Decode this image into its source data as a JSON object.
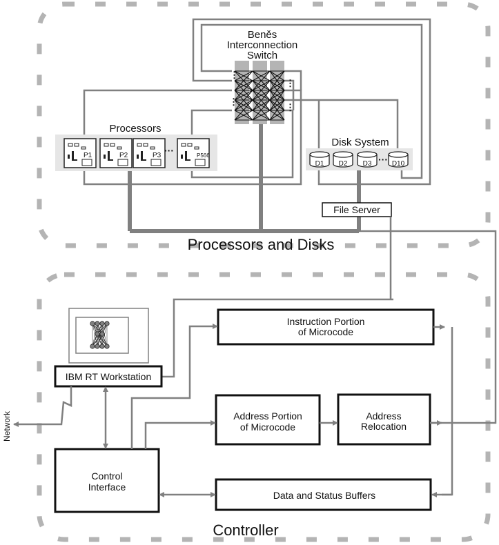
{
  "title": "Processor/Disk/Controller system block diagram",
  "regions": {
    "top": {
      "label": "Processors and Disks"
    },
    "bottom": {
      "label": "Controller"
    }
  },
  "switch": {
    "label_lines": [
      "Beněs",
      "Interconnection",
      "Switch"
    ],
    "stages": 3
  },
  "processors": {
    "label": "Processors",
    "items": [
      "P1",
      "P2",
      "P3",
      "P566"
    ],
    "ellipsis": "···"
  },
  "disks": {
    "label": "Disk System",
    "items": [
      "D1",
      "D2",
      "D3",
      "D10"
    ],
    "ellipsis": "···"
  },
  "file_server": {
    "label": "File Server"
  },
  "workstation": {
    "label": "IBM RT Workstation",
    "screen_icon": "network-graph-icon"
  },
  "network": {
    "label": "Network"
  },
  "blocks": {
    "instruction": [
      "Instruction Portion",
      "of Microcode"
    ],
    "address_portion": [
      "Address Portion",
      "of Microcode"
    ],
    "address_relocation": [
      "Address",
      "Relocation"
    ],
    "data_buffers": [
      "Data and Status Buffers"
    ],
    "control_interface": [
      "Control",
      "Interface"
    ]
  },
  "colors": {
    "wire": "#808080",
    "dashed_border": "#b4b4b4",
    "panel": "#e6e6e6",
    "ink": "#111111"
  }
}
